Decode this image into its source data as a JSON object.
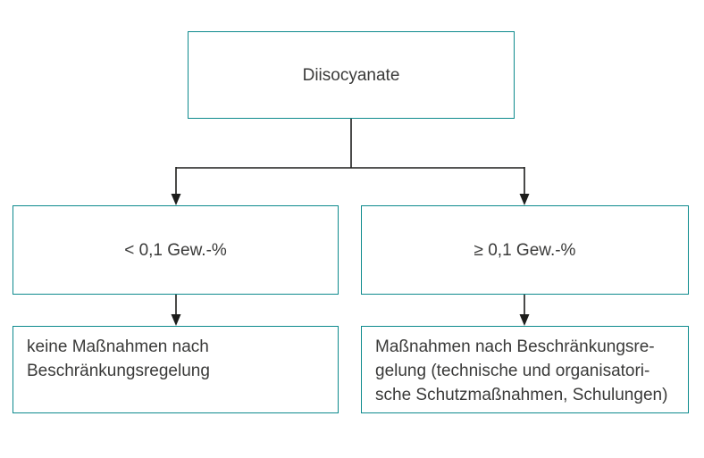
{
  "title": "Diisocyanate flowchart",
  "colors": {
    "box_border": "#0d8a8d",
    "line": "#1d1d1b",
    "text": "#3a3a39",
    "background": "#ffffff"
  },
  "flowchart": {
    "root": {
      "label": "Diisocyanate"
    },
    "branch_left": {
      "condition": "< 0,1 Gew.-%",
      "outcome_lines": [
        "keine Maßnahmen nach",
        "Beschränkungsregelung"
      ]
    },
    "branch_right": {
      "condition": "≥ 0,1 Gew.-%",
      "outcome_lines": [
        "Maßnahmen nach Beschränkungsre-",
        "gelung (technische und organisatori-",
        "sche Schutzmaßnahmen, Schulungen)"
      ]
    }
  }
}
